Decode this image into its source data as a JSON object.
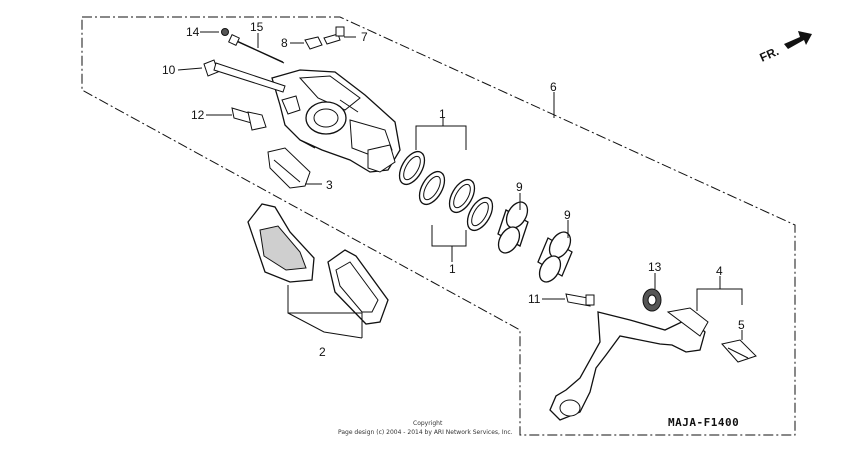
{
  "orientation_label": "FR.",
  "diagram_code": "MAJA-F1400",
  "copyright": {
    "line1": "Copyright",
    "line2": "Page design (c) 2004 - 2014 by ARI Network Services, Inc."
  },
  "callouts": {
    "c1a": "1",
    "c1b": "1",
    "c2": "2",
    "c3": "3",
    "c4": "4",
    "c5": "5",
    "c6": "6",
    "c7": "7",
    "c8": "8",
    "c9a": "9",
    "c9b": "9",
    "c10": "10",
    "c11": "11",
    "c12": "12",
    "c13": "13",
    "c14": "14",
    "c15": "15"
  }
}
